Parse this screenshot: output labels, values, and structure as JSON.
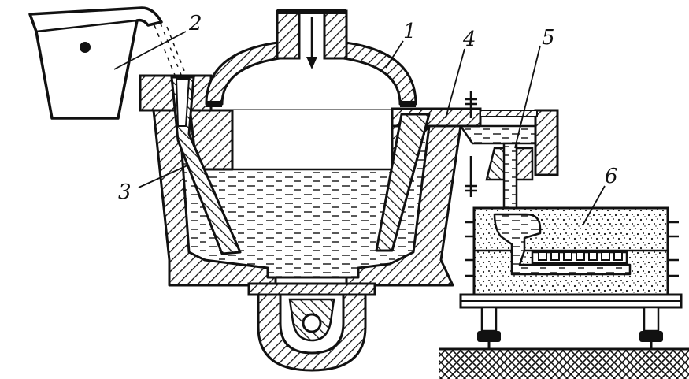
{
  "colors": {
    "ink": "#111111",
    "background": "#ffffff"
  },
  "labels": {
    "l1": "1",
    "l2": "2",
    "l3": "3",
    "l4": "4",
    "l5": "5",
    "l6": "6"
  }
}
